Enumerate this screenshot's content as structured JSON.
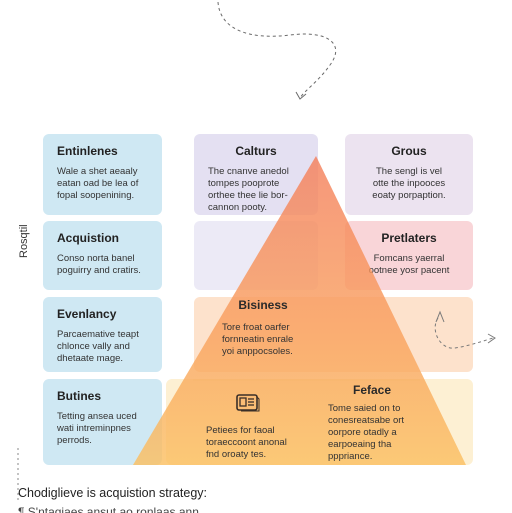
{
  "side_label": "Rosqtil",
  "caption": "Chodiglieve is acquistion strategy:",
  "caption_cut": "¶ S'ntaqiaes ansut ao ronlaas ann",
  "colors": {
    "blue_card": "#cfe8f3",
    "lavender_card": "#e4e0f2",
    "pink_card": "#f9d5d8",
    "peach_card": "#fde2cc",
    "cream_card": "#fdf0d3",
    "pyramid_top": "#f47f5c",
    "pyramid_bottom": "#fbc062"
  },
  "cards": {
    "entinlenes": {
      "title": "Entinlenes",
      "lines": [
        "Wale a shet aeaaly",
        "eatan oad be lea of",
        "fopal soopenining."
      ]
    },
    "acquistion": {
      "title": "Acquistion",
      "lines": [
        "Conso norta banel",
        "poguirry and cratirs."
      ]
    },
    "evenlancy": {
      "title": "Evenlancy",
      "lines": [
        "Parcaemative teapt",
        "chlonce vally and",
        "dhetaate mage."
      ]
    },
    "butines": {
      "title": "Butines",
      "lines": [
        "Tetting ansea uced",
        "wati intreminpnes",
        "perrods."
      ]
    },
    "calturs": {
      "title": "Calturs",
      "lines": [
        "The cnanve anedol",
        "tompes pooprote",
        "orthee thee lie bor-",
        "cannon pooty."
      ]
    },
    "grous": {
      "title": "Grous",
      "lines": [
        "The sengl is vel",
        "otte the inpooces",
        "eoaty porpaption."
      ]
    },
    "pretlaters": {
      "title": "Pretlaters",
      "lines": [
        "Fomcans yaerral",
        "ootnee yosr pacent"
      ]
    }
  },
  "pyramid": {
    "bisiness": {
      "title": "Bisiness",
      "lines": [
        "Tore froat oarfer",
        "fornneatin enrale",
        "yoi anppocsoles."
      ]
    },
    "icon_block": {
      "lines": [
        "Petiees for faoal",
        "toraeccoont anonal",
        "fnd oroaty tes."
      ]
    },
    "feface": {
      "title": "Feface",
      "lines": [
        "Tome saied on to",
        "conesreatsabe ort",
        "oorpore otadly a",
        "earpoeaing tha",
        "pppriance."
      ]
    }
  }
}
